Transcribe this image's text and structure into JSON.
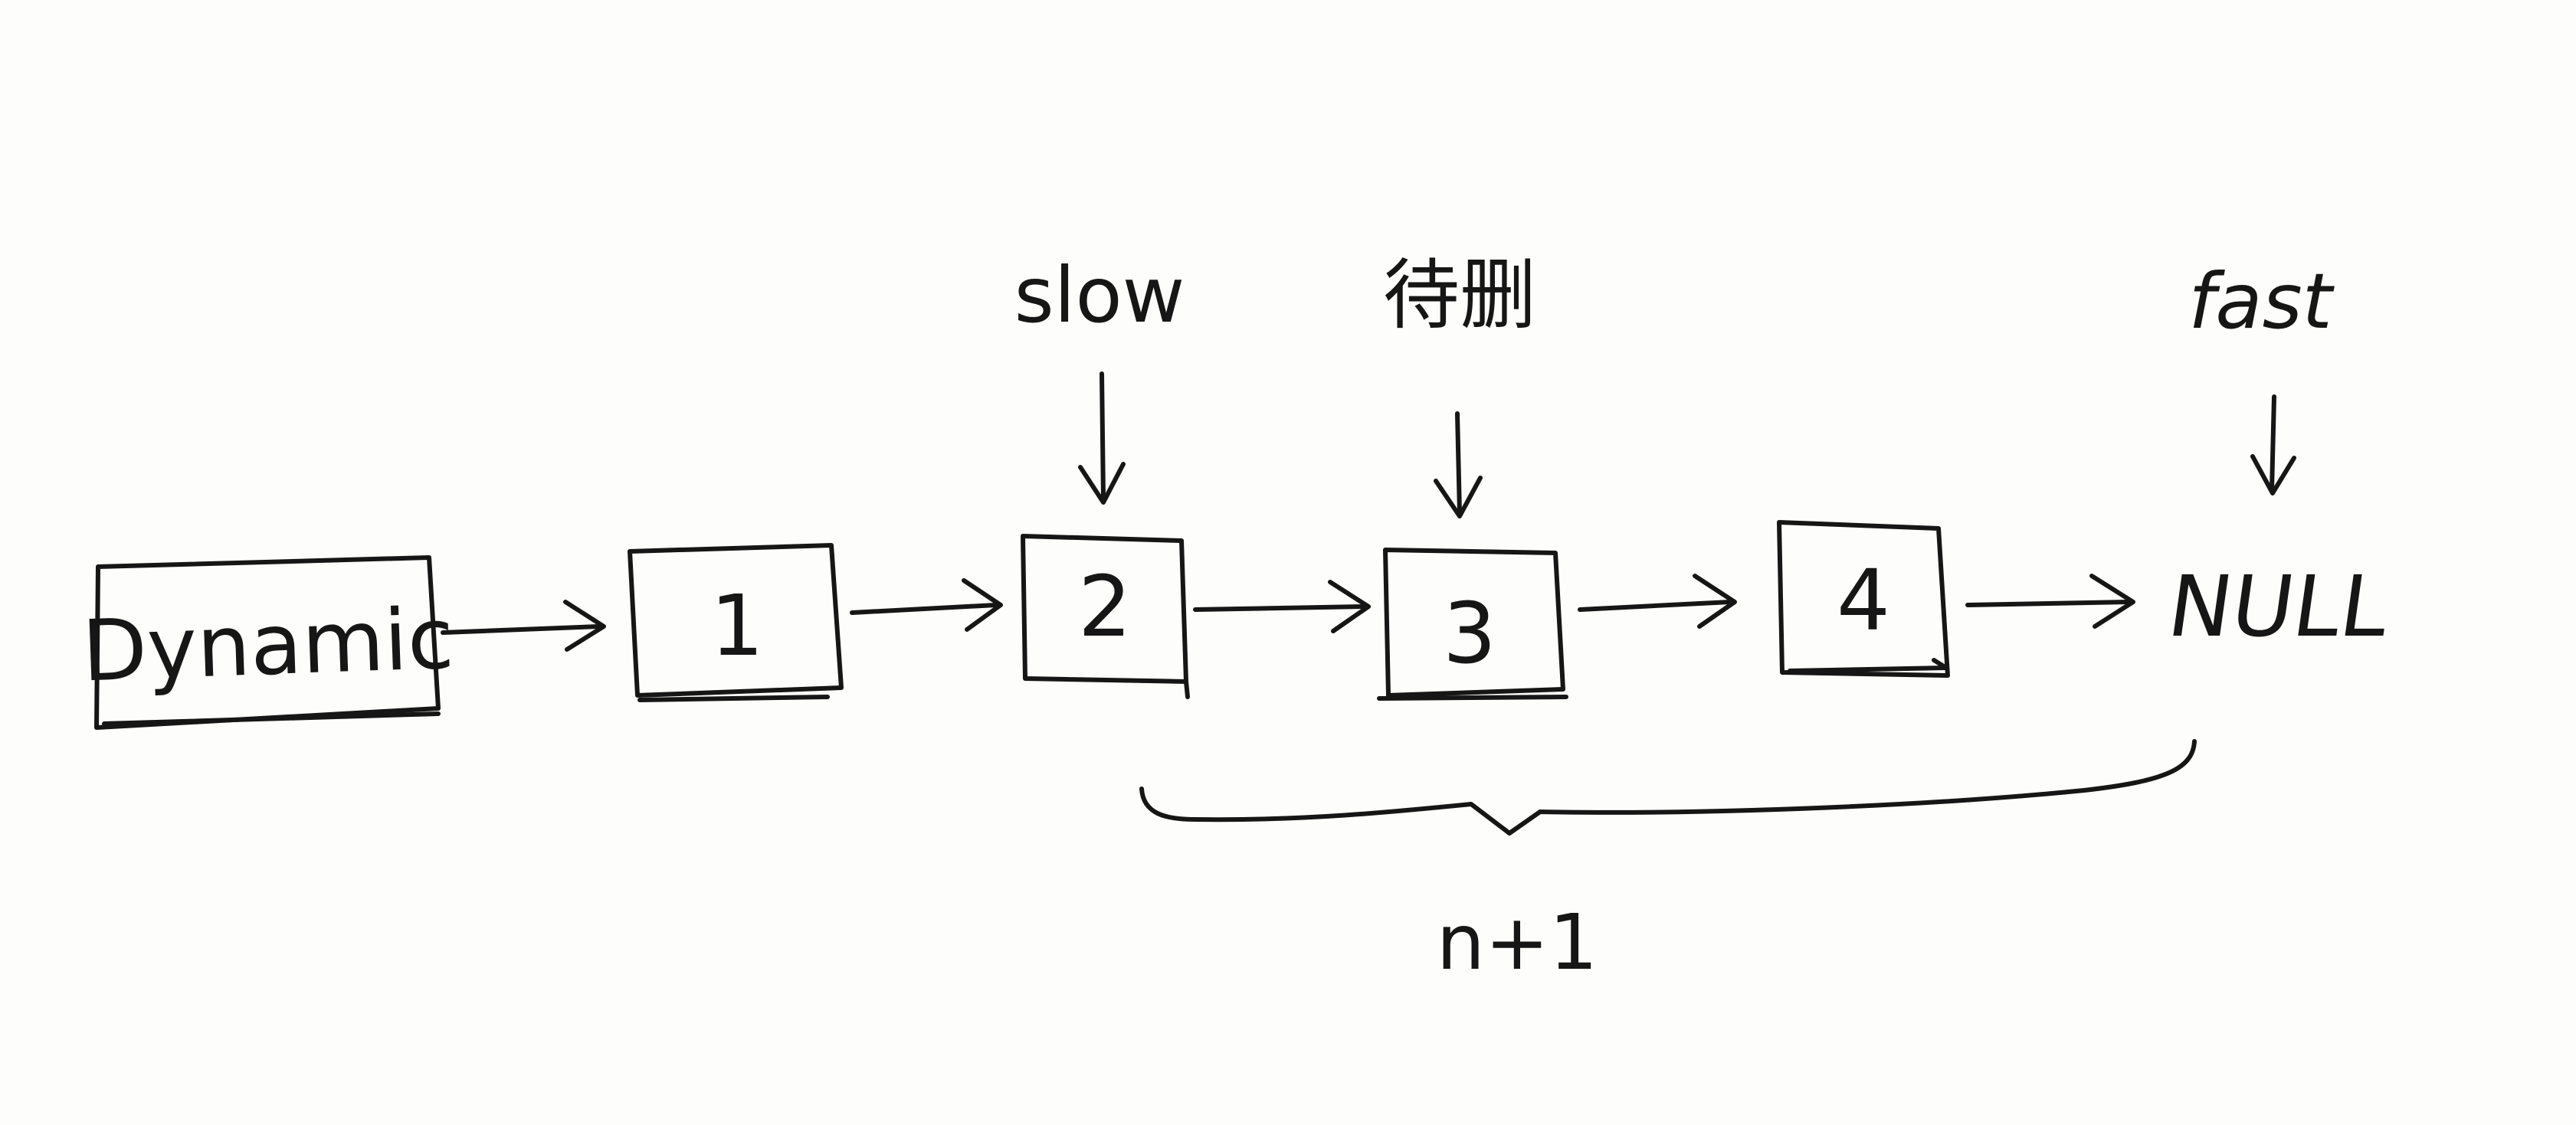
{
  "nodes": [
    {
      "id": "head",
      "label": "Dynamic"
    },
    {
      "id": "n1",
      "label": "1"
    },
    {
      "id": "n2",
      "label": "2"
    },
    {
      "id": "n3",
      "label": "3"
    },
    {
      "id": "n4",
      "label": "4"
    }
  ],
  "terminal": {
    "label": "NULL"
  },
  "pointers": {
    "slow": "slow",
    "to_delete": "待删",
    "fast": "fast"
  },
  "brace": {
    "label": "n+1"
  },
  "ink_color": "#161616"
}
